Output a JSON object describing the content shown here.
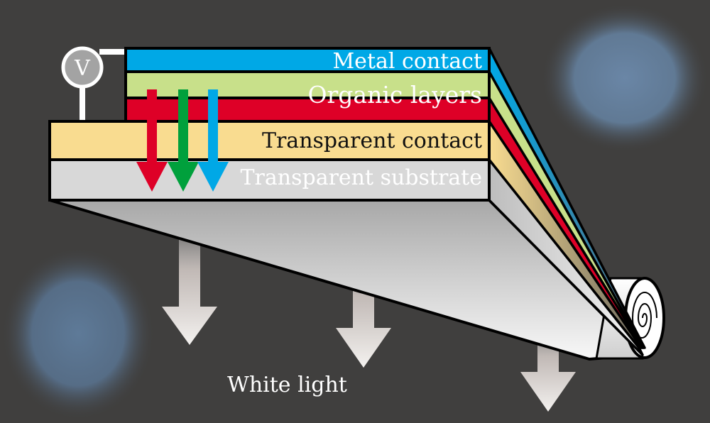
{
  "labels": {
    "voltmeter": "V",
    "metal_contact": "Metal contact",
    "organic_layers": "Organic layers",
    "transparent_contact": "Transparent contact",
    "transparent_substrate": "Transparent substrate",
    "white_light": "White light"
  },
  "colors": {
    "background": "#403f3e",
    "metal": "#00a8e6",
    "organic_green": "#c8e08a",
    "organic_red": "#de0027",
    "transparent_contact": "#f9dc90",
    "substrate": "#d8d8d8",
    "arrow_red": "#de0027",
    "arrow_green": "#00a03c",
    "arrow_blue": "#00a8e6"
  }
}
